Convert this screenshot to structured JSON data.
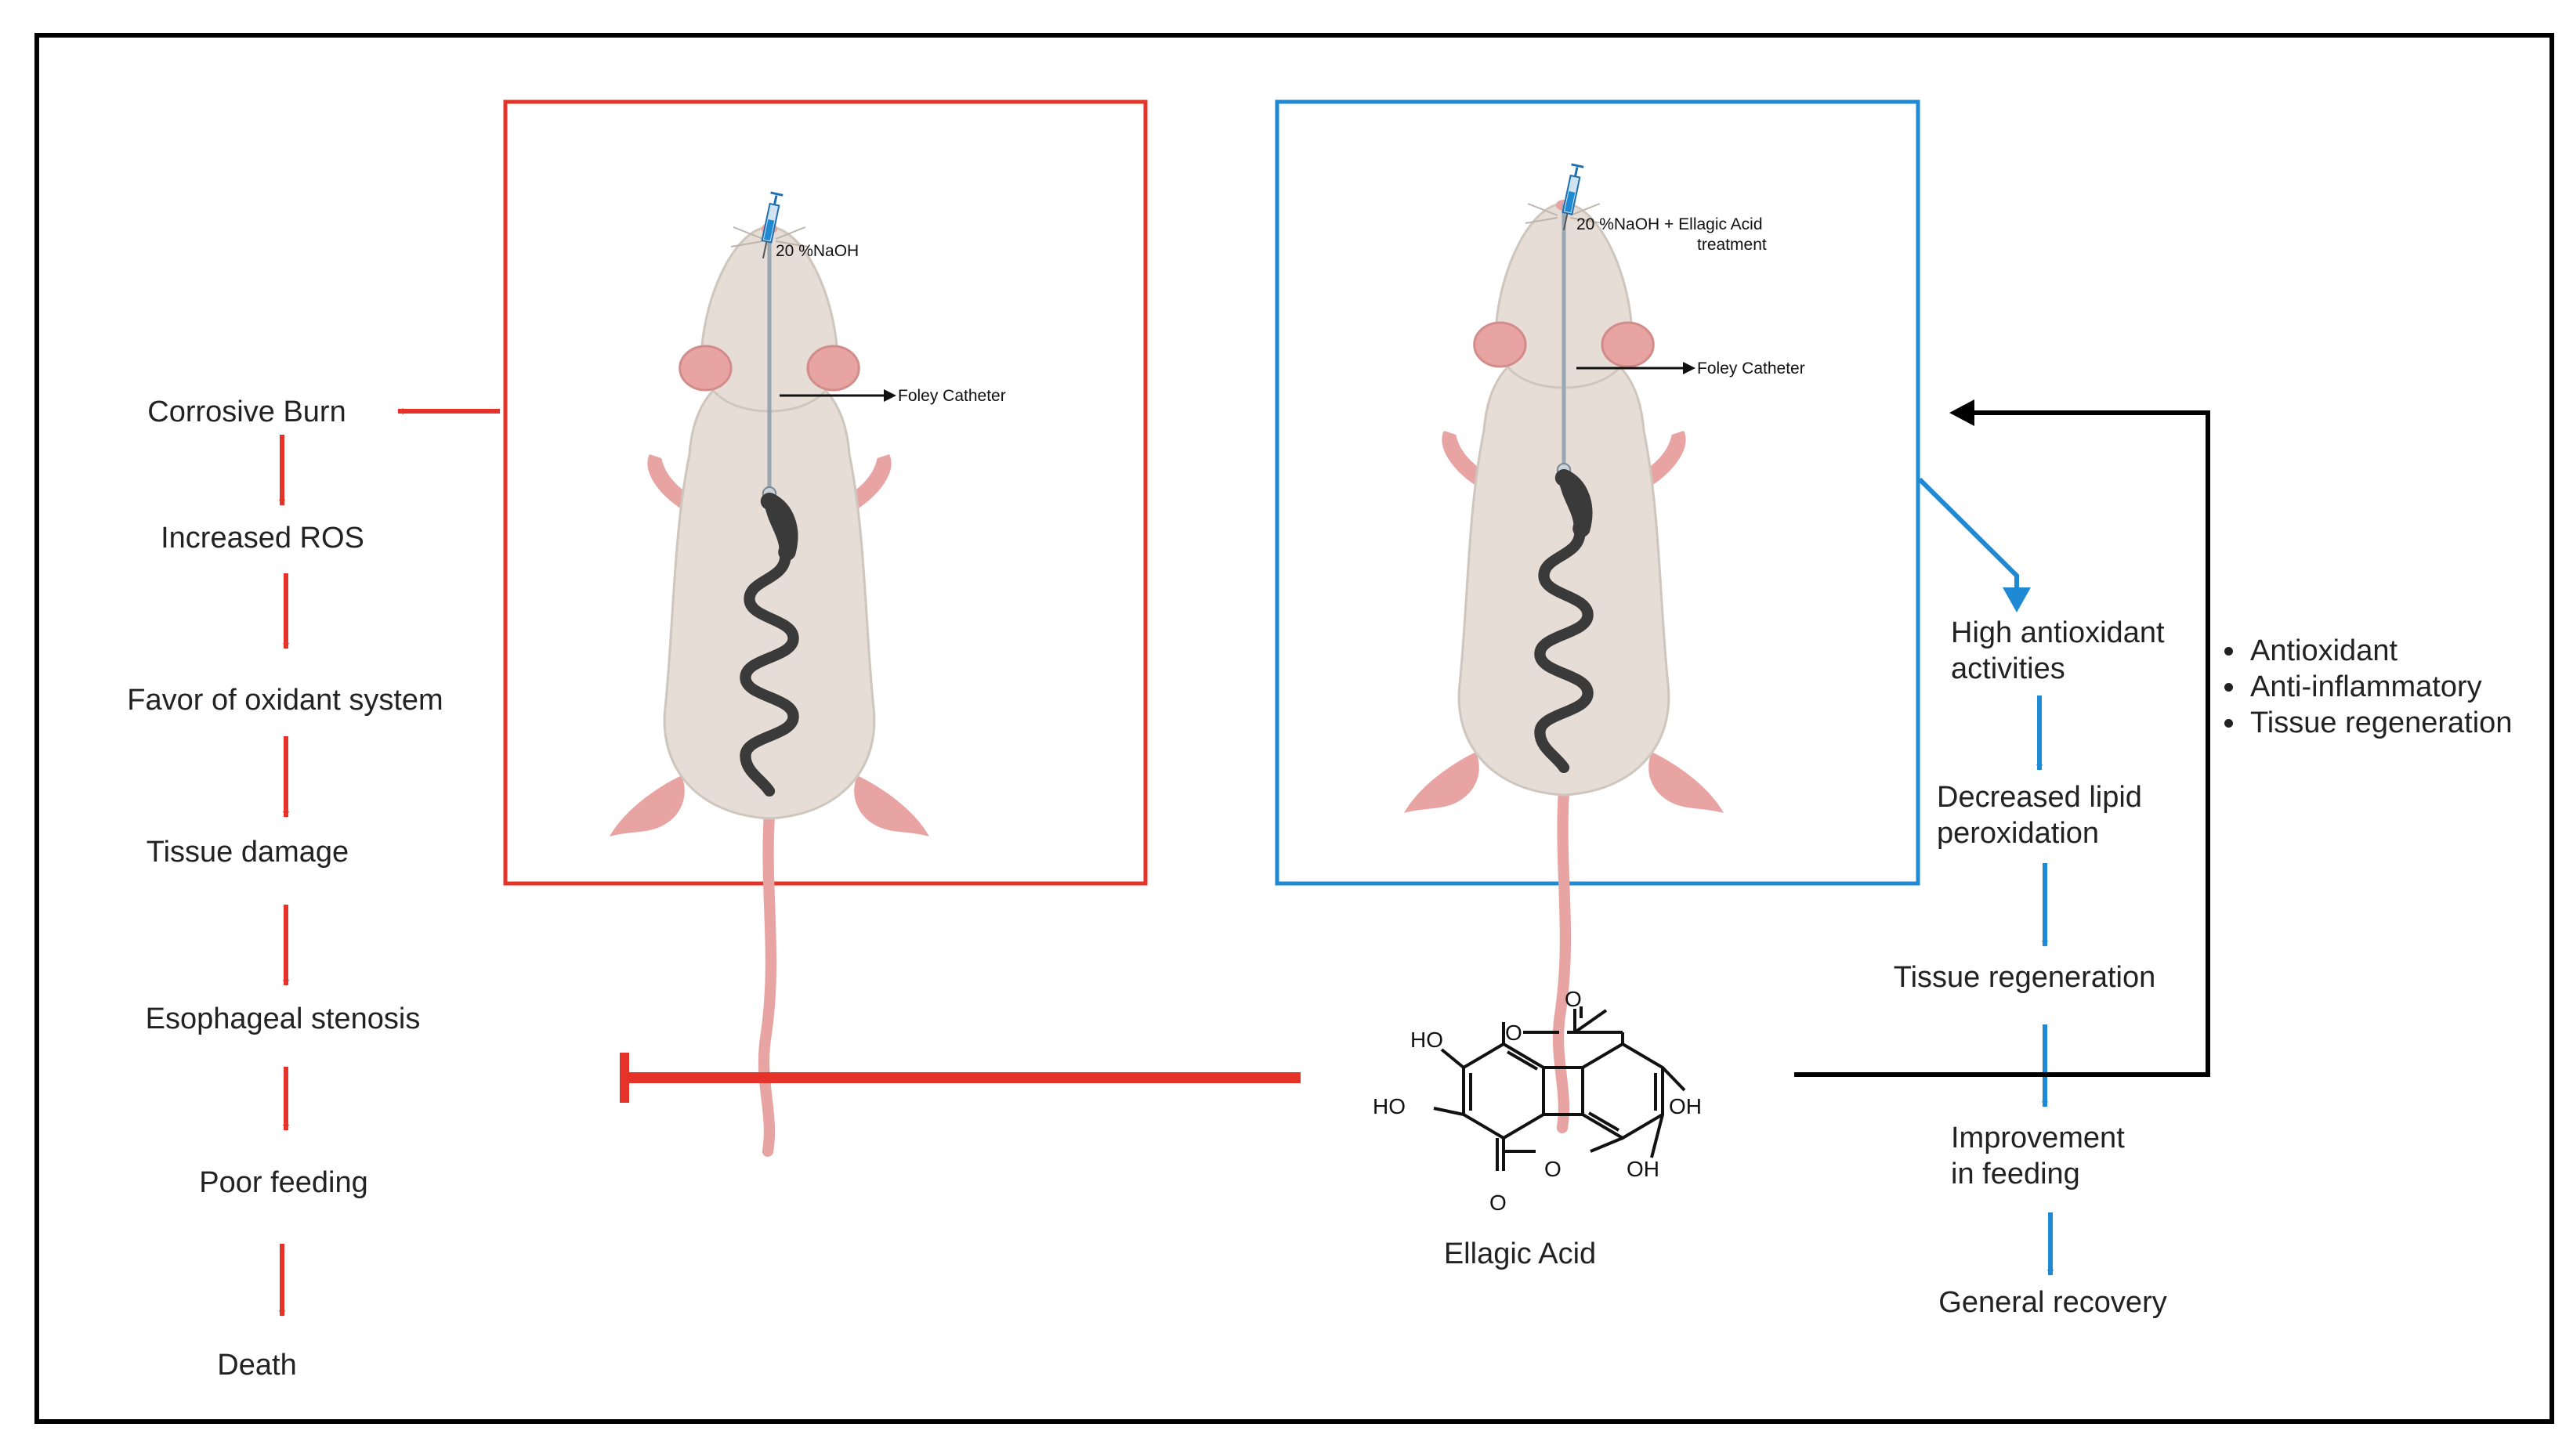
{
  "left_pathway": {
    "steps": [
      "Corrosive Burn",
      "Increased ROS",
      "Favor of oxidant system",
      "Tissue damage",
      "Esophageal stenosis",
      "Poor feeding",
      "Death"
    ]
  },
  "control_panel": {
    "injection_label": "20 %NaOH",
    "catheter_label": "Foley Catheter"
  },
  "treatment_panel": {
    "injection_label_line1": "20 %NaOH + Ellagic Acid",
    "injection_label_line2": "treatment",
    "catheter_label": "Foley Catheter"
  },
  "right_pathway": {
    "steps": [
      "High antioxidant\nactivities",
      "Decreased lipid\nperoxidation",
      "Tissue regeneration",
      "Improvement\nin feeding",
      "General recovery"
    ]
  },
  "properties": [
    "Antioxidant",
    "Anti-inflammatory",
    "Tissue regeneration"
  ],
  "compound": {
    "name": "Ellagic Acid",
    "atoms": {
      "ho_top": "HO",
      "ho_left": "HO",
      "oh_right": "OH",
      "oh_bottom": "OH",
      "o_ring_top": "O",
      "o_ring_bottom": "O",
      "o_carbonyl_top": "O",
      "o_carbonyl_bottom": "O"
    }
  },
  "colors": {
    "harm": "#e5332a",
    "recovery": "#1f8ad3",
    "feedback": "#000000",
    "rat_body": "#e6ded6",
    "rat_pink": "#e8a4a2",
    "gut": "#3a3a3a"
  }
}
